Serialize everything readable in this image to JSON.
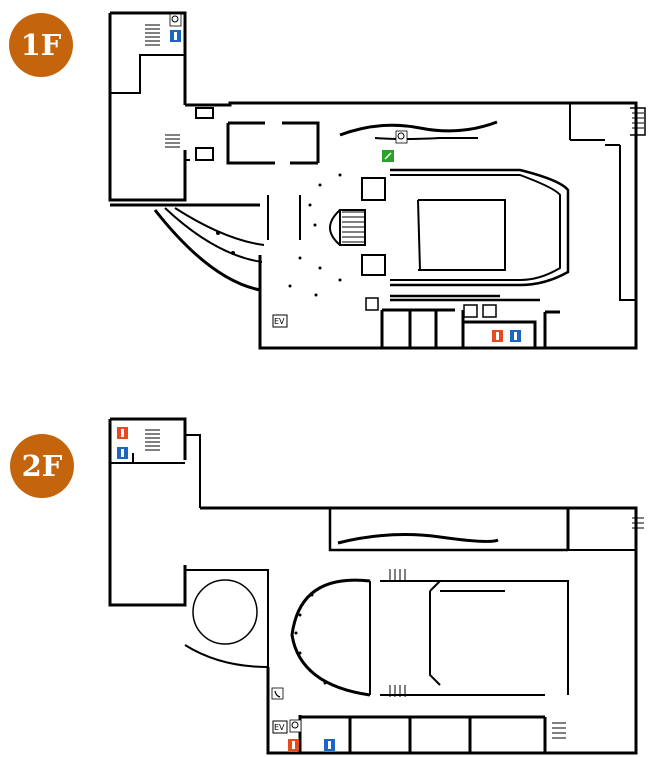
{
  "floors": [
    {
      "label": "1F",
      "elevator": "EV"
    },
    {
      "label": "2F",
      "elevator": "EV"
    }
  ],
  "icons": {
    "restroom_male": "blue-restroom-sign",
    "restroom_female": "orange-restroom-sign",
    "accessible": "wheelchair-sign",
    "emergency_exit": "green-exit-sign",
    "telephone": "phone-sign"
  },
  "colors": {
    "badge": "#c4650d",
    "male_restroom": "#1a66c2",
    "female_restroom": "#e8491d",
    "exit": "#2aa12a"
  }
}
